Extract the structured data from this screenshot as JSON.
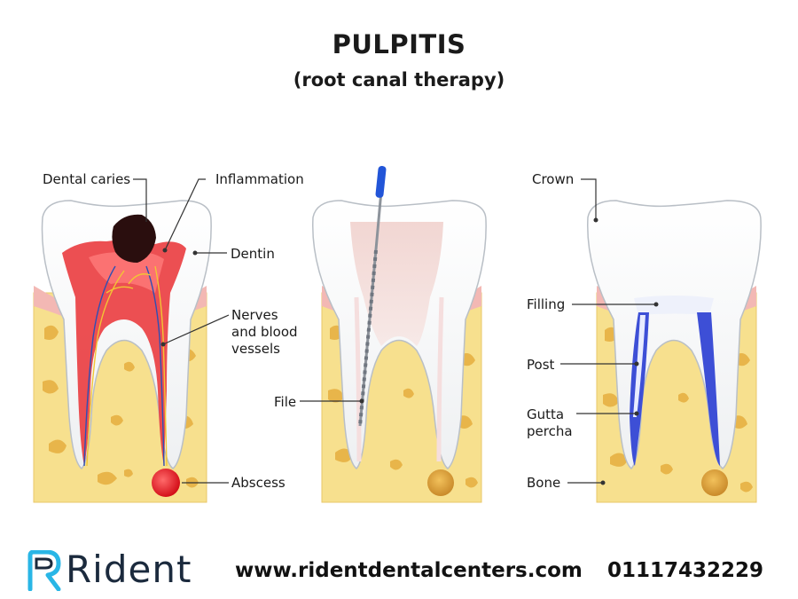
{
  "header": {
    "title": "PULPITIS",
    "subtitle": "(root canal therapy)"
  },
  "tooth_left": {
    "labels": {
      "dental_caries": "Dental caries",
      "inflammation": "Inflammation",
      "dentin": "Dentin",
      "nerves_line1": "Nerves",
      "nerves_line2": "and blood",
      "nerves_line3": "vessels",
      "abscess": "Abscess"
    }
  },
  "tooth_middle": {
    "labels": {
      "file": "File"
    }
  },
  "tooth_right": {
    "labels": {
      "crown": "Crown",
      "filling": "Filling",
      "post": "Post",
      "gutta_line1": "Gutta",
      "gutta_line2": "percha",
      "bone": "Bone"
    }
  },
  "footer": {
    "brand": "Rident",
    "website": "www.ridentdentalcenters.com",
    "phone": "01117432229"
  },
  "colors": {
    "bone": "#f7e08e",
    "bone_spots": "#e8b54a",
    "gum": "#f3b8b4",
    "pulp_inflamed": "#e8232b",
    "abscess": "#e61d25",
    "instrument_handle": "#2255d8",
    "gutta_percha": "#3d4fd6",
    "brand_accent": "#29b6e6",
    "brand_dark": "#1b2a3d"
  }
}
